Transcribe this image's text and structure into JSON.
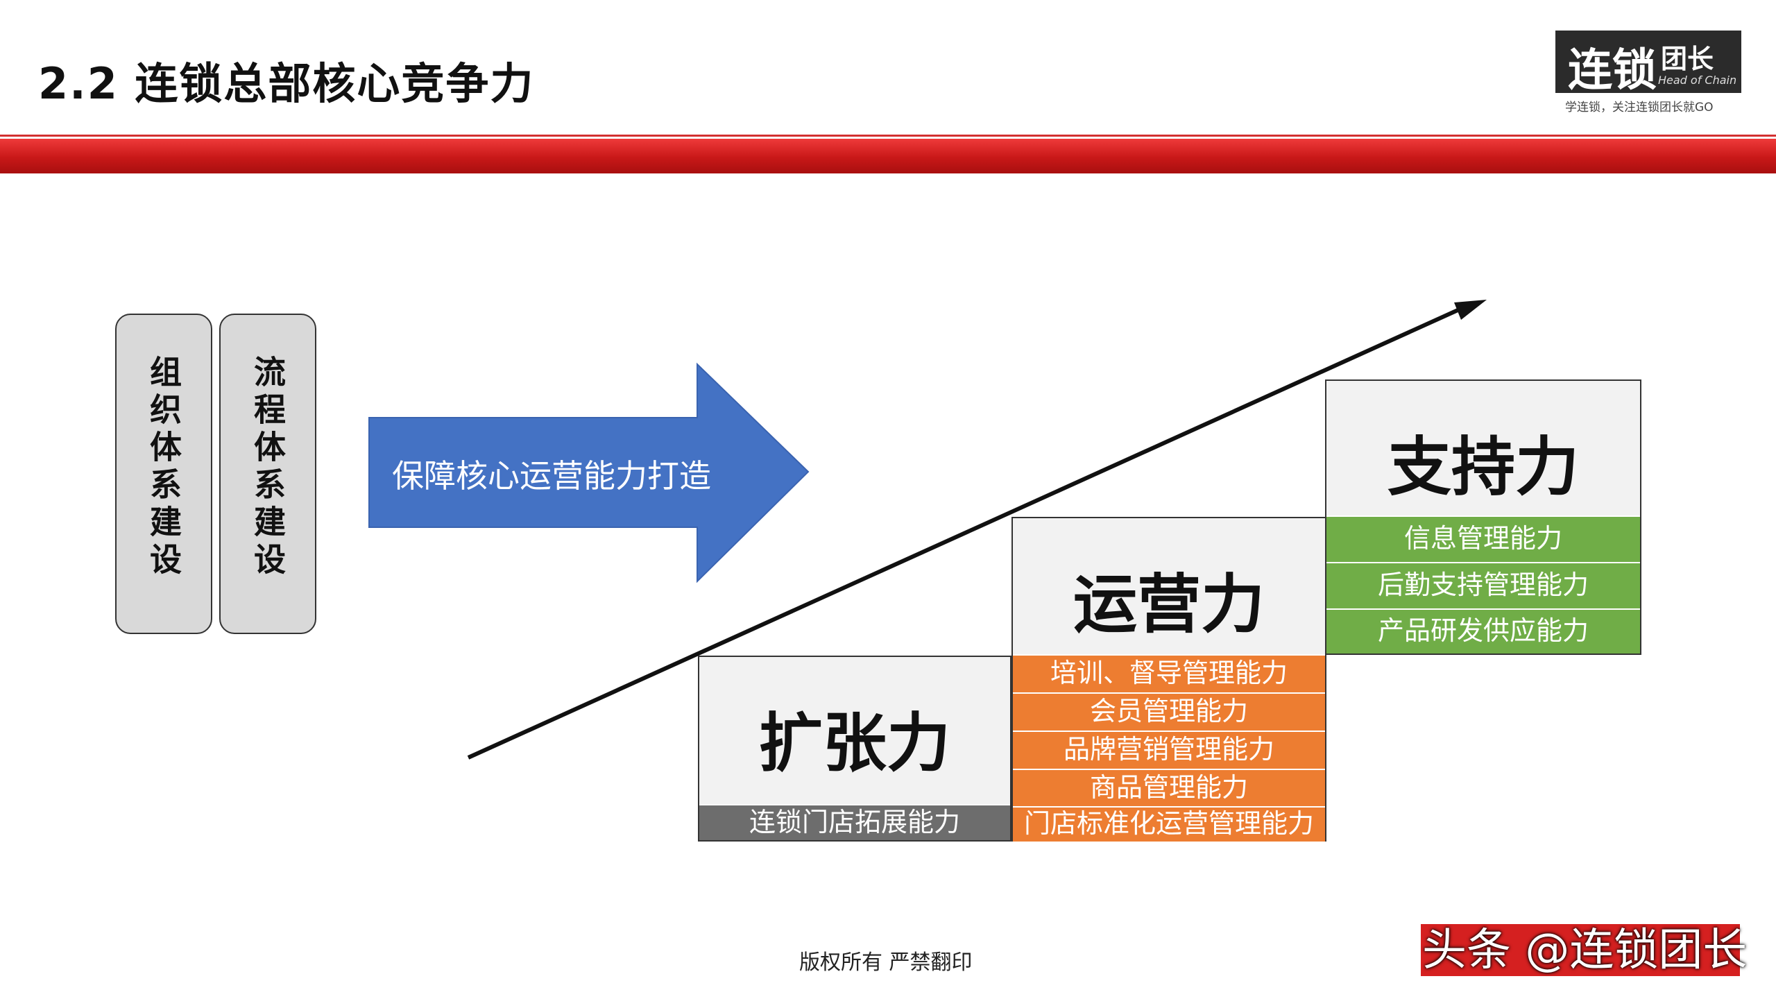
{
  "header": {
    "title": "2.2  连锁总部核心竞争力",
    "logo_main": "连锁",
    "logo_tuan": "团长",
    "logo_en": "Head of Chain",
    "logo_slogan": "学连锁，关注连锁团长就GO"
  },
  "pillars": [
    {
      "label": "组织体系建设"
    },
    {
      "label": "流程体系建设"
    }
  ],
  "arrow": {
    "label": "保障核心运营能力打造",
    "color": "#4472c4"
  },
  "stairs": [
    {
      "title": "扩张力",
      "bars": [
        "连锁门店拓展能力"
      ],
      "bar_color": "#6d6d6d"
    },
    {
      "title": "运营力",
      "bars": [
        "培训、督导管理能力",
        "会员管理能力",
        "品牌营销管理能力",
        "商品管理能力",
        "门店标准化运营管理能力"
      ],
      "bar_color": "#ed7d31"
    },
    {
      "title": "支持力",
      "bars": [
        "信息管理能力",
        "后勤支持管理能力",
        "产品研发供应能力"
      ],
      "bar_color": "#70ad47"
    }
  ],
  "footer": {
    "copyright": "版权所有  严禁翻印"
  },
  "watermark": {
    "text": "头条 @连锁团长"
  }
}
